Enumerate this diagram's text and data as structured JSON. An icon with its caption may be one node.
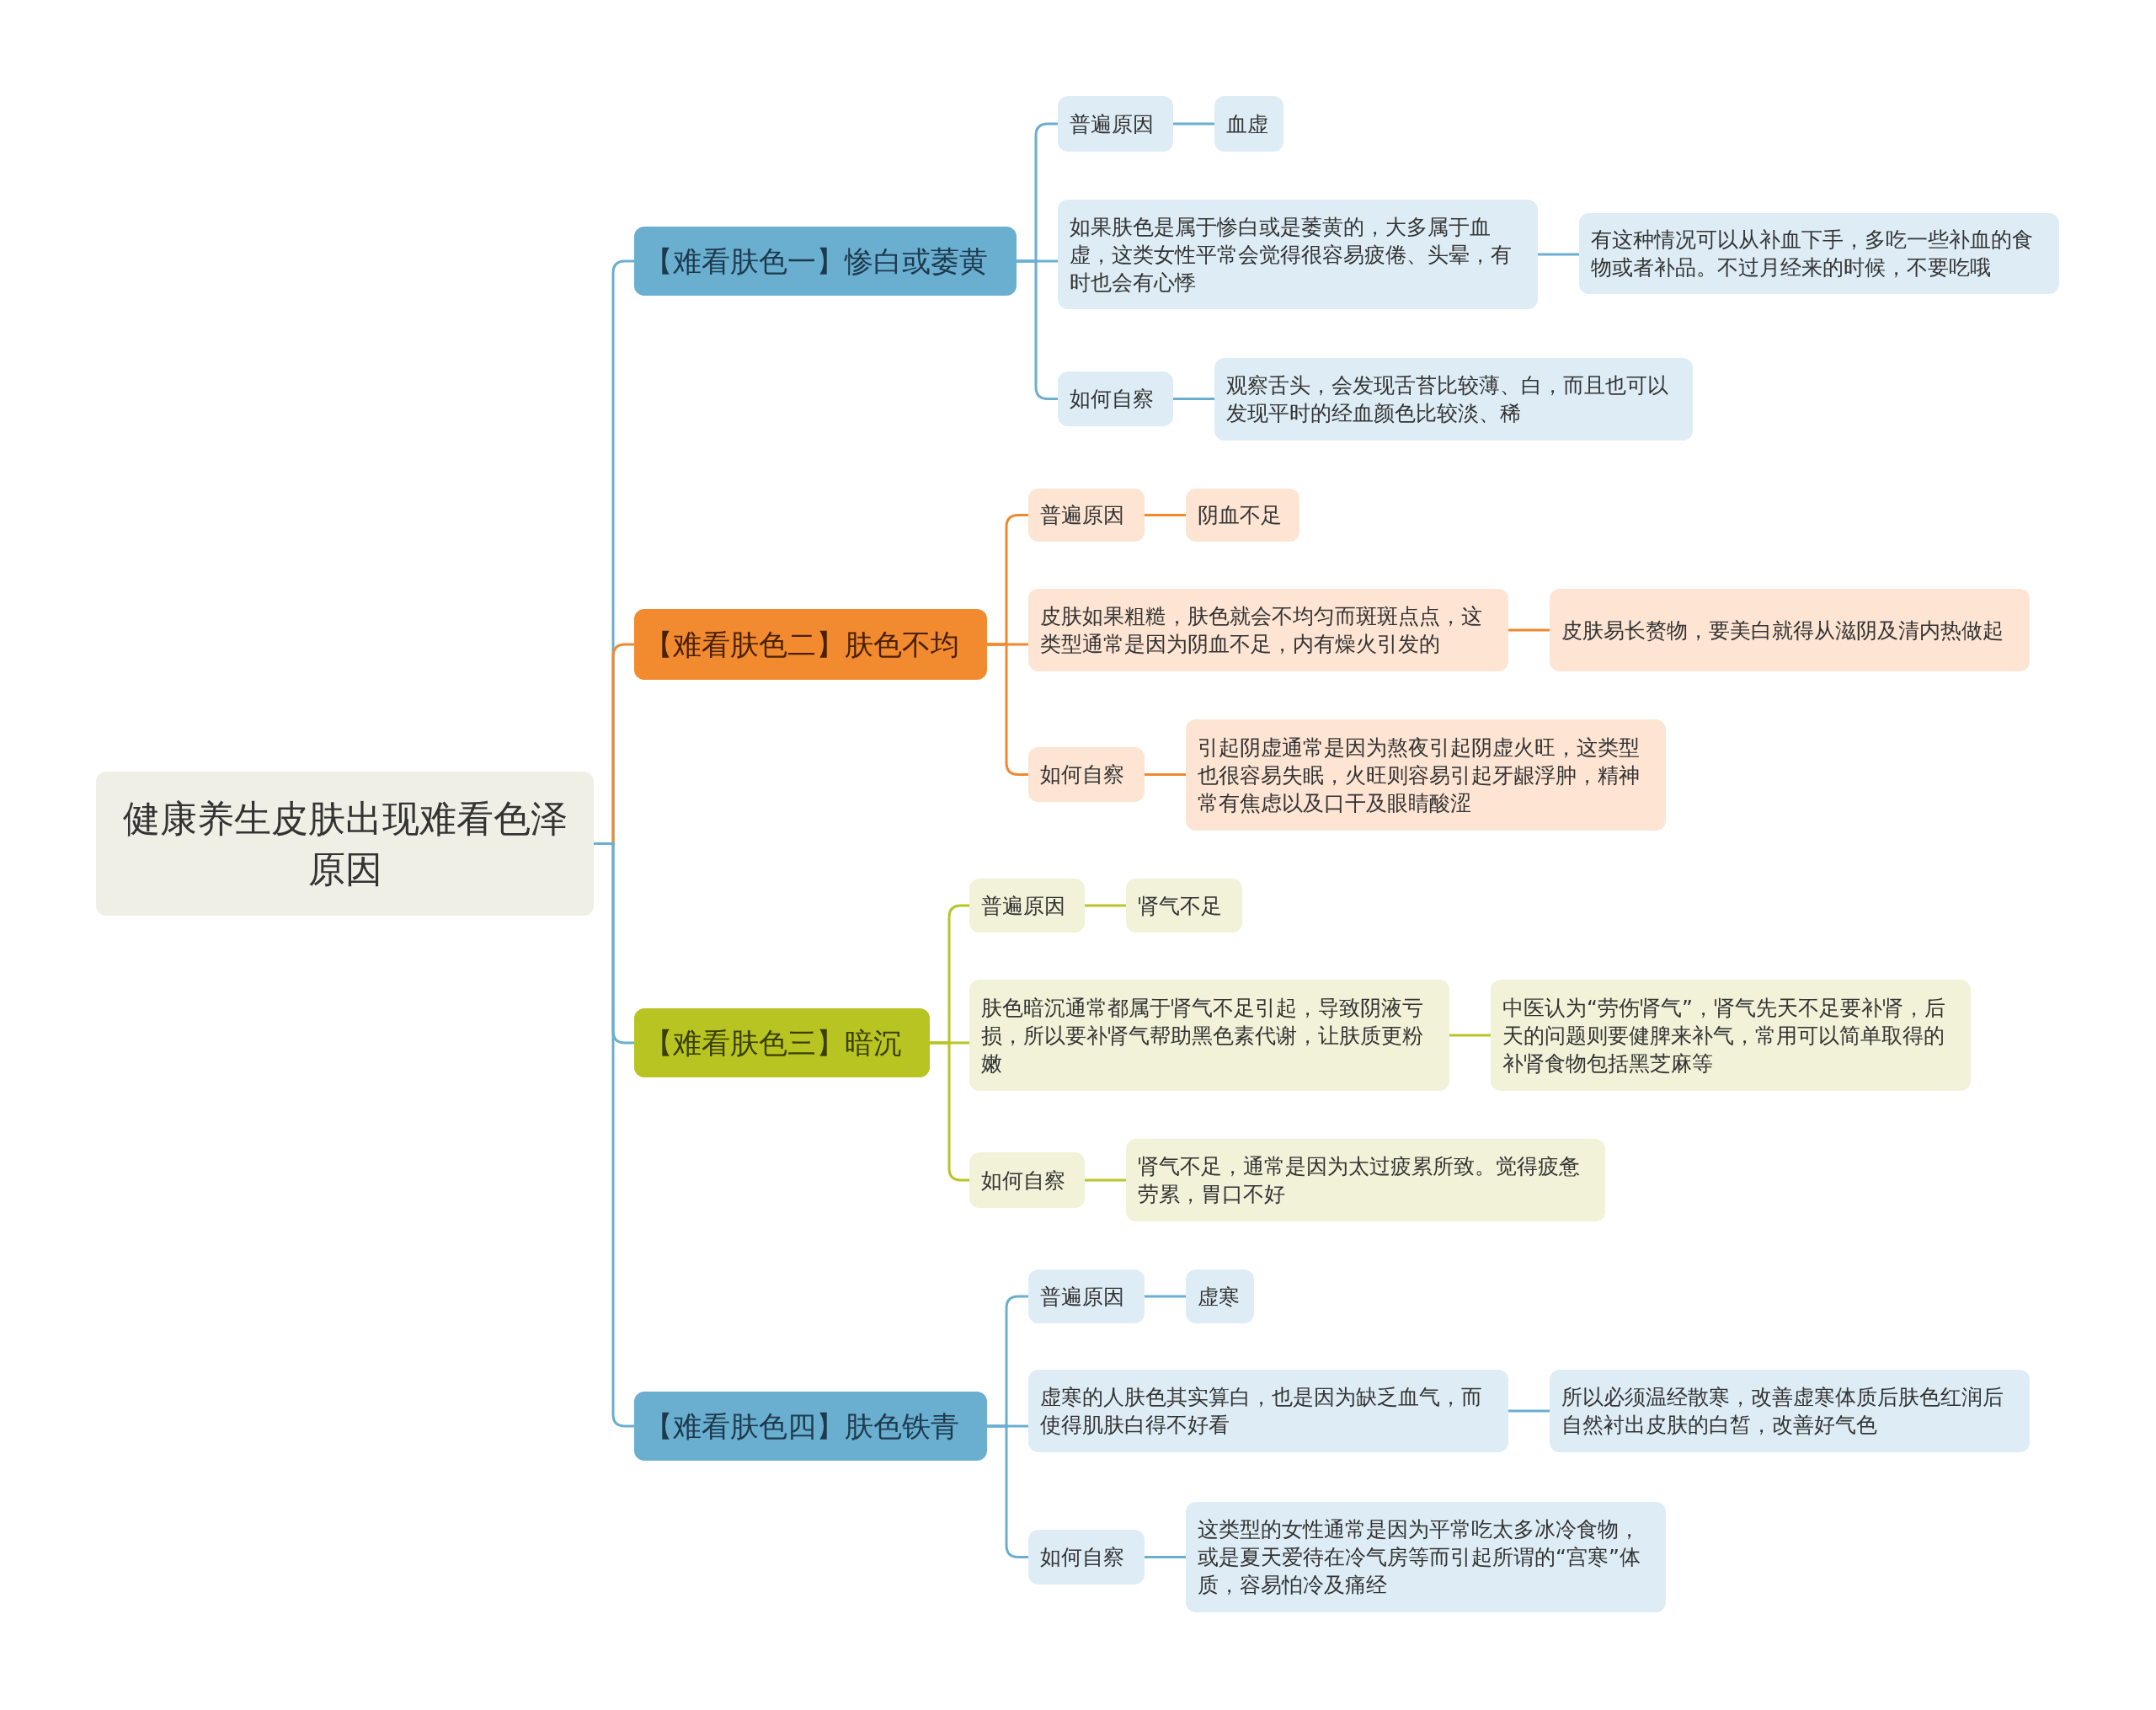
{
  "diagram": {
    "nodes": [
      {
        "text": [
          "健康养生皮肤出现难看色泽原因"
        ]
      },
      {
        "text": [
          "【难看肤色一】惨白或萎黄"
        ]
      },
      {
        "text": [
          "普遍原因"
        ]
      },
      {
        "text": [
          "血虚"
        ]
      },
      {
        "text": [
          "如果肤色是属于惨白或是萎黄的，大多属于血虚，这类女性平常会觉得很容易疲倦、头晕，有时也会有心悸"
        ]
      },
      {
        "text": [
          "有这种情况可以从补血下手，多吃一些补血的食物或者补品。不过月经来的时候，不要吃哦"
        ]
      },
      {
        "text": [
          "如何自察"
        ]
      },
      {
        "text": [
          "观察舌头，会发现舌苔比较薄、白，而且也可以发现平时的经血颜色比较淡、稀"
        ]
      },
      {
        "text": [
          "【难看肤色二】肤色不均"
        ]
      },
      {
        "text": [
          "普遍原因"
        ]
      },
      {
        "text": [
          "阴血不足"
        ]
      },
      {
        "text": [
          "皮肤如果粗糙，肤色就会不均匀而斑斑点点，这类型通常是因为阴血不足，内有燥火引发的"
        ]
      },
      {
        "text": [
          "皮肤易长赘物，要美白就得从滋阴及清内热做起"
        ]
      },
      {
        "text": [
          "如何自察"
        ]
      },
      {
        "text": [
          "引起阴虚通常是因为熬夜引起阴虚火旺，这类型也很容易失眠，火旺则容易引起牙龈浮肿，精神常有焦虑以及口干及眼睛酸涩"
        ]
      },
      {
        "text": [
          "【难看肤色三】暗沉"
        ]
      },
      {
        "text": [
          "普遍原因"
        ]
      },
      {
        "text": [
          "肾气不足"
        ]
      },
      {
        "text": [
          "肤色暗沉通常都属于肾气不足引起，导致阴液亏损，所以要补肾气帮助黑色素代谢，让肤质更粉嫩"
        ]
      },
      {
        "text": [
          "中医认为“劳伤肾气”，肾气先天不足要补肾，后天的问题则要健脾来补气，常用可以简单取得的补肾食物包括黑芝麻等"
        ]
      },
      {
        "text": [
          "如何自察"
        ]
      },
      {
        "text": [
          "肾气不足，通常是因为太过疲累所致。觉得疲惫劳累，胃口不好"
        ]
      },
      {
        "text": [
          "【难看肤色四】肤色铁青"
        ]
      },
      {
        "text": [
          "普遍原因"
        ]
      },
      {
        "text": [
          "虚寒"
        ]
      },
      {
        "text": [
          "虚寒的人肤色其实算白，也是因为缺乏血气，而使得肌肤白得不好看"
        ]
      },
      {
        "text": [
          "所以必须温经散寒，改善虚寒体质后肤色红润后自然衬出皮肤的白皙，改善好气色"
        ]
      },
      {
        "text": [
          "如何自察"
        ]
      },
      {
        "text": [
          "这类型的女性通常是因为平常吃太多冰冷食物，或是夏天爱待在冷气房等而引起所谓的“宫寒”体质，容易怕冷及痛经"
        ]
      }
    ],
    "edges": [
      {
        "from": 0,
        "to": 1,
        "arrow": "none"
      },
      {
        "from": 0,
        "to": 8,
        "arrow": "none",
        "color": "#f0892e"
      },
      {
        "from": 0,
        "to": 15,
        "arrow": "none"
      },
      {
        "from": 0,
        "to": 22,
        "arrow": "none"
      },
      {
        "from": 1,
        "to": 2,
        "arrow": "none"
      },
      {
        "from": 2,
        "to": 3,
        "arrow": "none"
      },
      {
        "from": 1,
        "to": 4,
        "arrow": "none"
      },
      {
        "from": 4,
        "to": 5,
        "arrow": "none"
      },
      {
        "from": 1,
        "to": 6,
        "arrow": "none"
      },
      {
        "from": 6,
        "to": 7,
        "arrow": "none"
      },
      {
        "from": 8,
        "to": 9,
        "arrow": "none",
        "color": "#f0892e"
      },
      {
        "from": 9,
        "to": 10,
        "arrow": "none",
        "color": "#f0892e"
      },
      {
        "from": 8,
        "to": 11,
        "arrow": "none",
        "color": "#f0892e"
      },
      {
        "from": 11,
        "to": 12,
        "arrow": "none",
        "color": "#f0892e"
      },
      {
        "from": 8,
        "to": 13,
        "arrow": "none",
        "color": "#f0892e"
      },
      {
        "from": 13,
        "to": 14,
        "arrow": "none",
        "color": "#f0892e"
      },
      {
        "from": 15,
        "to": 16,
        "arrow": "none",
        "color": "#b9c426"
      },
      {
        "from": 16,
        "to": 17,
        "arrow": "none",
        "color": "#b9c426"
      },
      {
        "from": 15,
        "to": 18,
        "arrow": "none",
        "color": "#b9c426"
      },
      {
        "from": 18,
        "to": 19,
        "arrow": "none",
        "color": "#b9c426"
      },
      {
        "from": 15,
        "to": 20,
        "arrow": "none",
        "color": "#b9c426"
      },
      {
        "from": 20,
        "to": 21,
        "arrow": "none",
        "color": "#b9c426"
      },
      {
        "from": 22,
        "to": 23,
        "arrow": "none"
      },
      {
        "from": 23,
        "to": 24,
        "arrow": "none"
      },
      {
        "from": 22,
        "to": 25,
        "arrow": "none"
      },
      {
        "from": 25,
        "to": 26,
        "arrow": "none"
      },
      {
        "from": 22,
        "to": 27,
        "arrow": "none"
      },
      {
        "from": 27,
        "to": 28,
        "arrow": "none"
      }
    ]
  }
}
